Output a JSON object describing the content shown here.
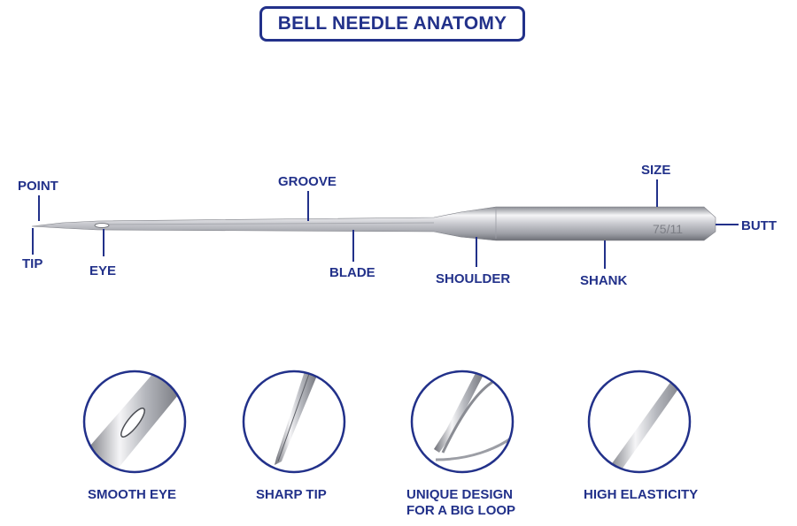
{
  "title": "BELL NEEDLE ANATOMY",
  "needle": {
    "size_marking": "75/11",
    "labels": {
      "point": "POINT",
      "tip": "TIP",
      "eye": "EYE",
      "groove": "GROOVE",
      "blade": "BLADE",
      "shoulder": "SHOULDER",
      "size": "SIZE",
      "shank": "SHANK",
      "butt": "BUTT"
    }
  },
  "features": [
    {
      "line1": "SMOOTH EYE",
      "line2": "",
      "icon": "eye-closeup-icon"
    },
    {
      "line1": "SHARP TIP",
      "line2": "",
      "icon": "tip-closeup-icon"
    },
    {
      "line1": "UNIQUE DESIGN",
      "line2": "FOR A BIG LOOP",
      "icon": "loop-closeup-icon"
    },
    {
      "line1": "HIGH ELASTICITY",
      "line2": "",
      "icon": "elasticity-closeup-icon"
    }
  ],
  "colors": {
    "accent": "#22318a",
    "metal_light": "#f2f2f4",
    "metal_dark": "#7d7f86"
  }
}
